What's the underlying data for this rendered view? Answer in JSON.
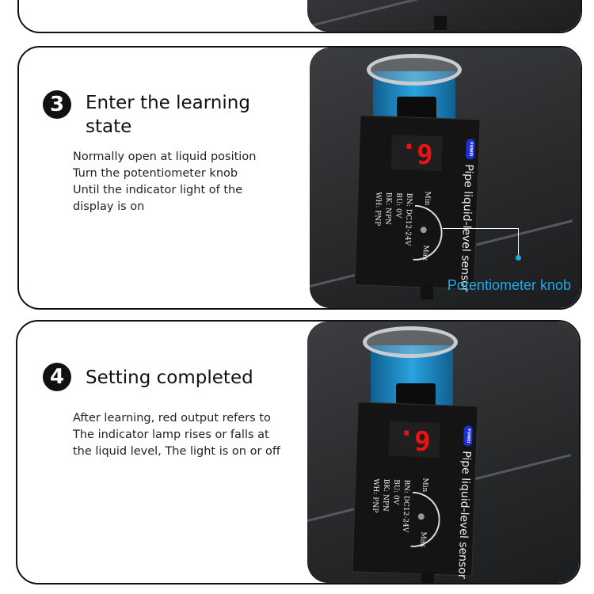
{
  "steps": [
    {
      "number": "3",
      "title_line1": "Enter the learning",
      "title_line2": "state",
      "description": [
        "Normally open at liquid position",
        "Turn the potentiometer knob",
        "Until the indicator light of the",
        "display is on"
      ],
      "callout": "Potentiometer knob"
    },
    {
      "number": "4",
      "title_line1": "Setting completed",
      "description": [
        "After learning, red output refers to",
        "The indicator lamp rises or falls at",
        "the liquid level,  The light is on or off"
      ]
    }
  ],
  "sensor": {
    "display": "6.",
    "brand": "FUWEI",
    "name": "Pipe liquid-level sensor",
    "wires": [
      "BN: DC12-24V",
      "BU: 0V",
      "BK: NPN",
      "WH: PNP"
    ],
    "min": "Min",
    "max": "Max"
  },
  "colors": {
    "callout": "#1fa7e6",
    "display": "#e11111"
  }
}
